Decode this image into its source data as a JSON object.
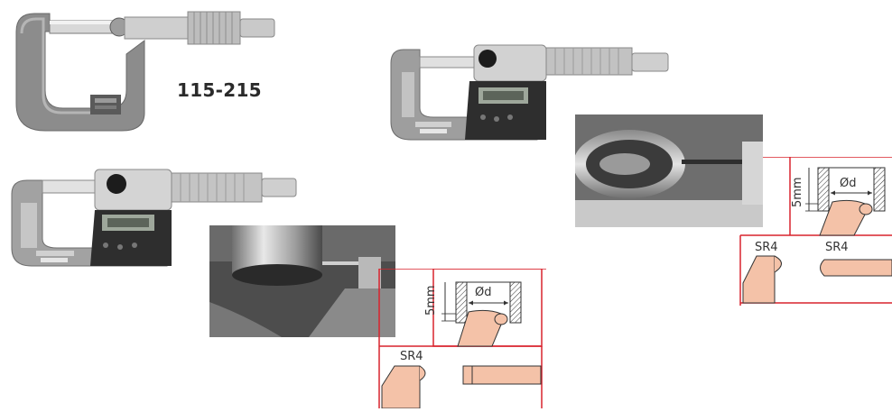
{
  "catalog": {
    "model_number": "115-215"
  },
  "diagram_bottom": {
    "depth_label": "5mm",
    "diameter_label": "Ød",
    "radius_label": "SR4"
  },
  "diagram_right": {
    "depth_label": "5mm",
    "diameter_label": "Ød",
    "radius_label_left": "SR4",
    "radius_label_right": "SR4"
  },
  "colors": {
    "frame_red": "#d9232d",
    "anvil_pink": "#f4c2a8",
    "micrometer_gray": "#8f8f8f",
    "display_dark": "#2b2b2b"
  }
}
